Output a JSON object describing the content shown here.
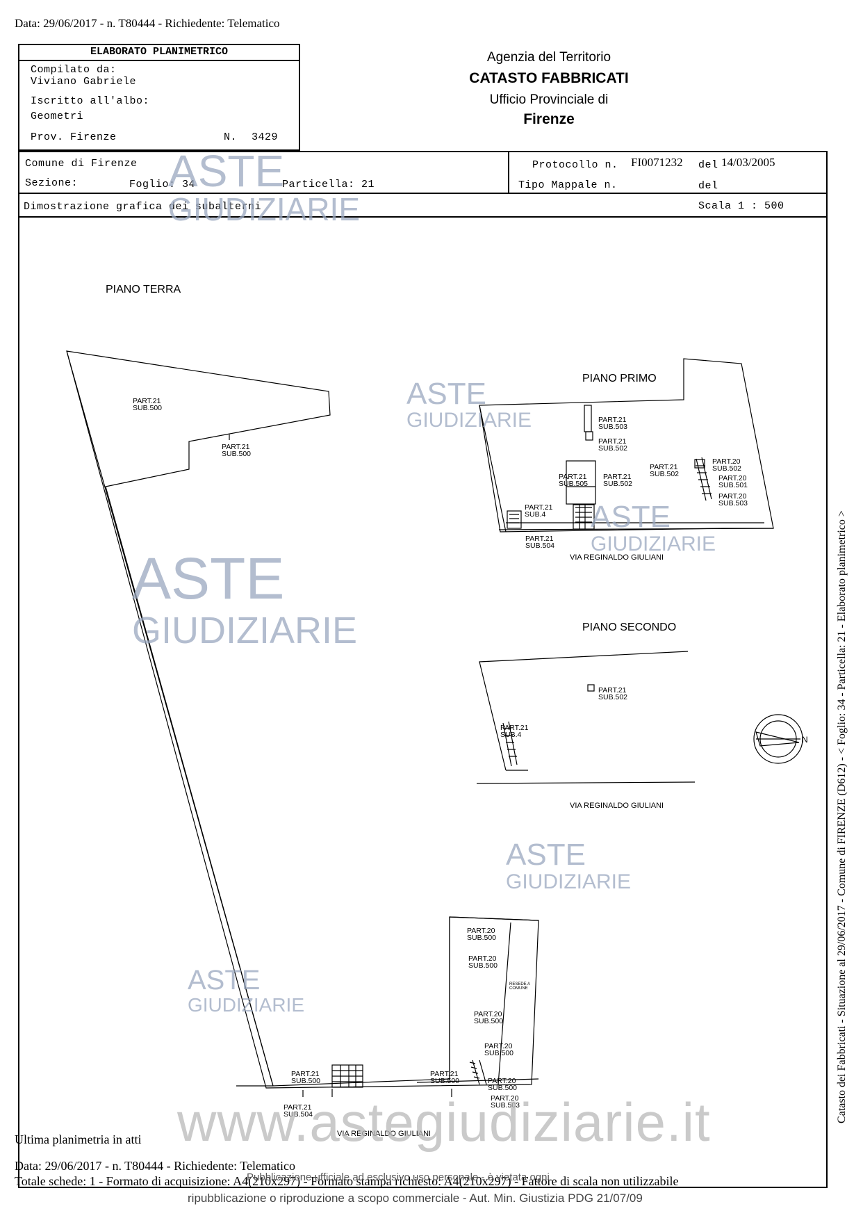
{
  "header_line": "Data: 29/06/2017 - n. T80444 - Richiedente: Telematico",
  "elaborato": {
    "title": "ELABORATO PLANIMETRICO",
    "compilato_label": "Compilato da:",
    "compilato_name": "Viviano Gabriele",
    "iscritto_label": "Iscritto all'albo:",
    "iscritto_value": "Geometri",
    "prov_label": "Prov. Firenze",
    "n_label": "N.",
    "n_value": "3429"
  },
  "agency": {
    "line1": "Agenzia del Territorio",
    "line2": "CATASTO FABBRICATI",
    "line3": "Ufficio Provinciale di",
    "line4": "Firenze"
  },
  "info": {
    "comune": "Comune di Firenze",
    "sezione_label": "Sezione:",
    "foglio": "Foglio: 34",
    "particella": "Particella: 21",
    "protocollo_label": "Protocollo n.",
    "protocollo_value": "FI0071232",
    "del_label": "del",
    "protocollo_date": "14/03/2005",
    "tipo_mappale_label": "Tipo Mappale n.",
    "del2_label": "del"
  },
  "subtitle": "Dimostrazione grafica dei subalterni",
  "scala": "Scala 1 : 500",
  "plan": {
    "piano_terra": "PIANO TERRA",
    "piano_primo": "PIANO PRIMO",
    "piano_secondo": "PIANO SECONDO",
    "street_primo": "VIA REGINALDO GIULIANI",
    "street_secondo": "VIA REGINALDO GIULIANI",
    "street_terra": "VIA REGINALDO GIULIANI",
    "north": "N",
    "labels_terra": [
      {
        "l1": "PART.21",
        "l2": "SUB.500"
      },
      {
        "l1": "PART.21",
        "l2": "SUB.500"
      },
      {
        "l1": "PART.20",
        "l2": "SUB.500"
      },
      {
        "l1": "PART.20",
        "l2": "SUB.500"
      },
      {
        "l1": "PART.20",
        "l2": "SUB.500"
      },
      {
        "l1": "PART.20",
        "l2": "SUB.500"
      },
      {
        "l1": "PART.21",
        "l2": "SUB.500"
      },
      {
        "l1": "PART.21",
        "l2": "SUB.500"
      },
      {
        "l1": "PART.20",
        "l2": "SUB.500"
      },
      {
        "l1": "PART.20",
        "l2": "SUB.503"
      },
      {
        "l1": "PART.21",
        "l2": "SUB.504"
      }
    ],
    "corte": "RESEDE A COMUNE",
    "labels_primo": [
      {
        "l1": "PART.21",
        "l2": "SUB.503"
      },
      {
        "l1": "PART.21",
        "l2": "SUB.502"
      },
      {
        "l1": "PART.21",
        "l2": "SUB.505"
      },
      {
        "l1": "PART.21",
        "l2": "SUB.502"
      },
      {
        "l1": "PART.21",
        "l2": "SUB.502"
      },
      {
        "l1": "PART.20",
        "l2": "SUB.502"
      },
      {
        "l1": "PART.20",
        "l2": "SUB.501"
      },
      {
        "l1": "PART.20",
        "l2": "SUB.503"
      },
      {
        "l1": "PART.21",
        "l2": "SUB.4"
      },
      {
        "l1": "PART.21",
        "l2": "SUB.504"
      }
    ],
    "labels_secondo": [
      {
        "l1": "PART.21",
        "l2": "SUB.502"
      },
      {
        "l1": "PART.21",
        "l2": "SUB.4"
      }
    ]
  },
  "side_text": "Catasto dei Fabbricati - Situazione al 29/06/2017 - Comune di FIRENZE (D612) - < Foglio: 34 - Particella: 21 - Elaborato planimetrico >",
  "watermark": {
    "aste": "ASTE",
    "giudiziarie": "GIUDIZIARIE",
    "site": "www.astegiudiziarie.it"
  },
  "footer": {
    "ultima": "Ultima planimetria in atti",
    "data_line": "Data: 29/06/2017 - n. T80444 - Richiedente: Telematico",
    "totale_line": "Totale schede: 1 - Formato di acquisizione: A4(210x297) - Formato stampa richiesto: A4(210x297) - Fattore di scala non utilizzabile",
    "pub_line1": "Pubblicazione ufficiale ad esclusivo uso personale - è vietata ogni",
    "pub_line2": "ripubblicazione o riproduzione a scopo commerciale - Aut. Min. Giustizia PDG 21/07/09"
  }
}
